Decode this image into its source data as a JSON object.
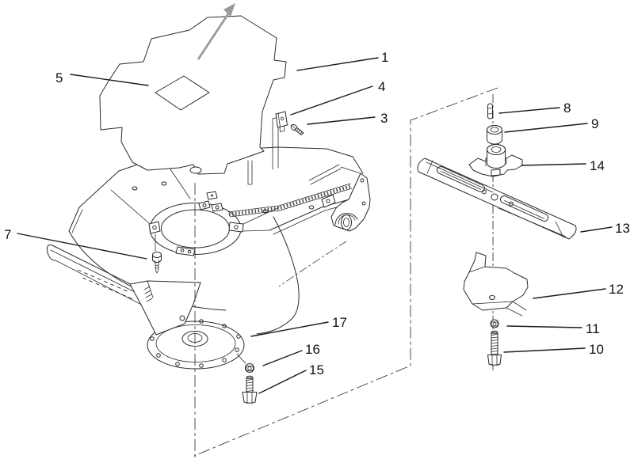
{
  "diagram": {
    "type": "exploded-parts-diagram",
    "background": "#ffffff",
    "line_color": "#2b2b2b",
    "callouts": [
      {
        "number": "1"
      },
      {
        "number": "3"
      },
      {
        "number": "4"
      },
      {
        "number": "5"
      },
      {
        "number": "7"
      },
      {
        "number": "8"
      },
      {
        "number": "9"
      },
      {
        "number": "10"
      },
      {
        "number": "11"
      },
      {
        "number": "12"
      },
      {
        "number": "13"
      },
      {
        "number": "14"
      },
      {
        "number": "15"
      },
      {
        "number": "16"
      },
      {
        "number": "17"
      }
    ]
  }
}
